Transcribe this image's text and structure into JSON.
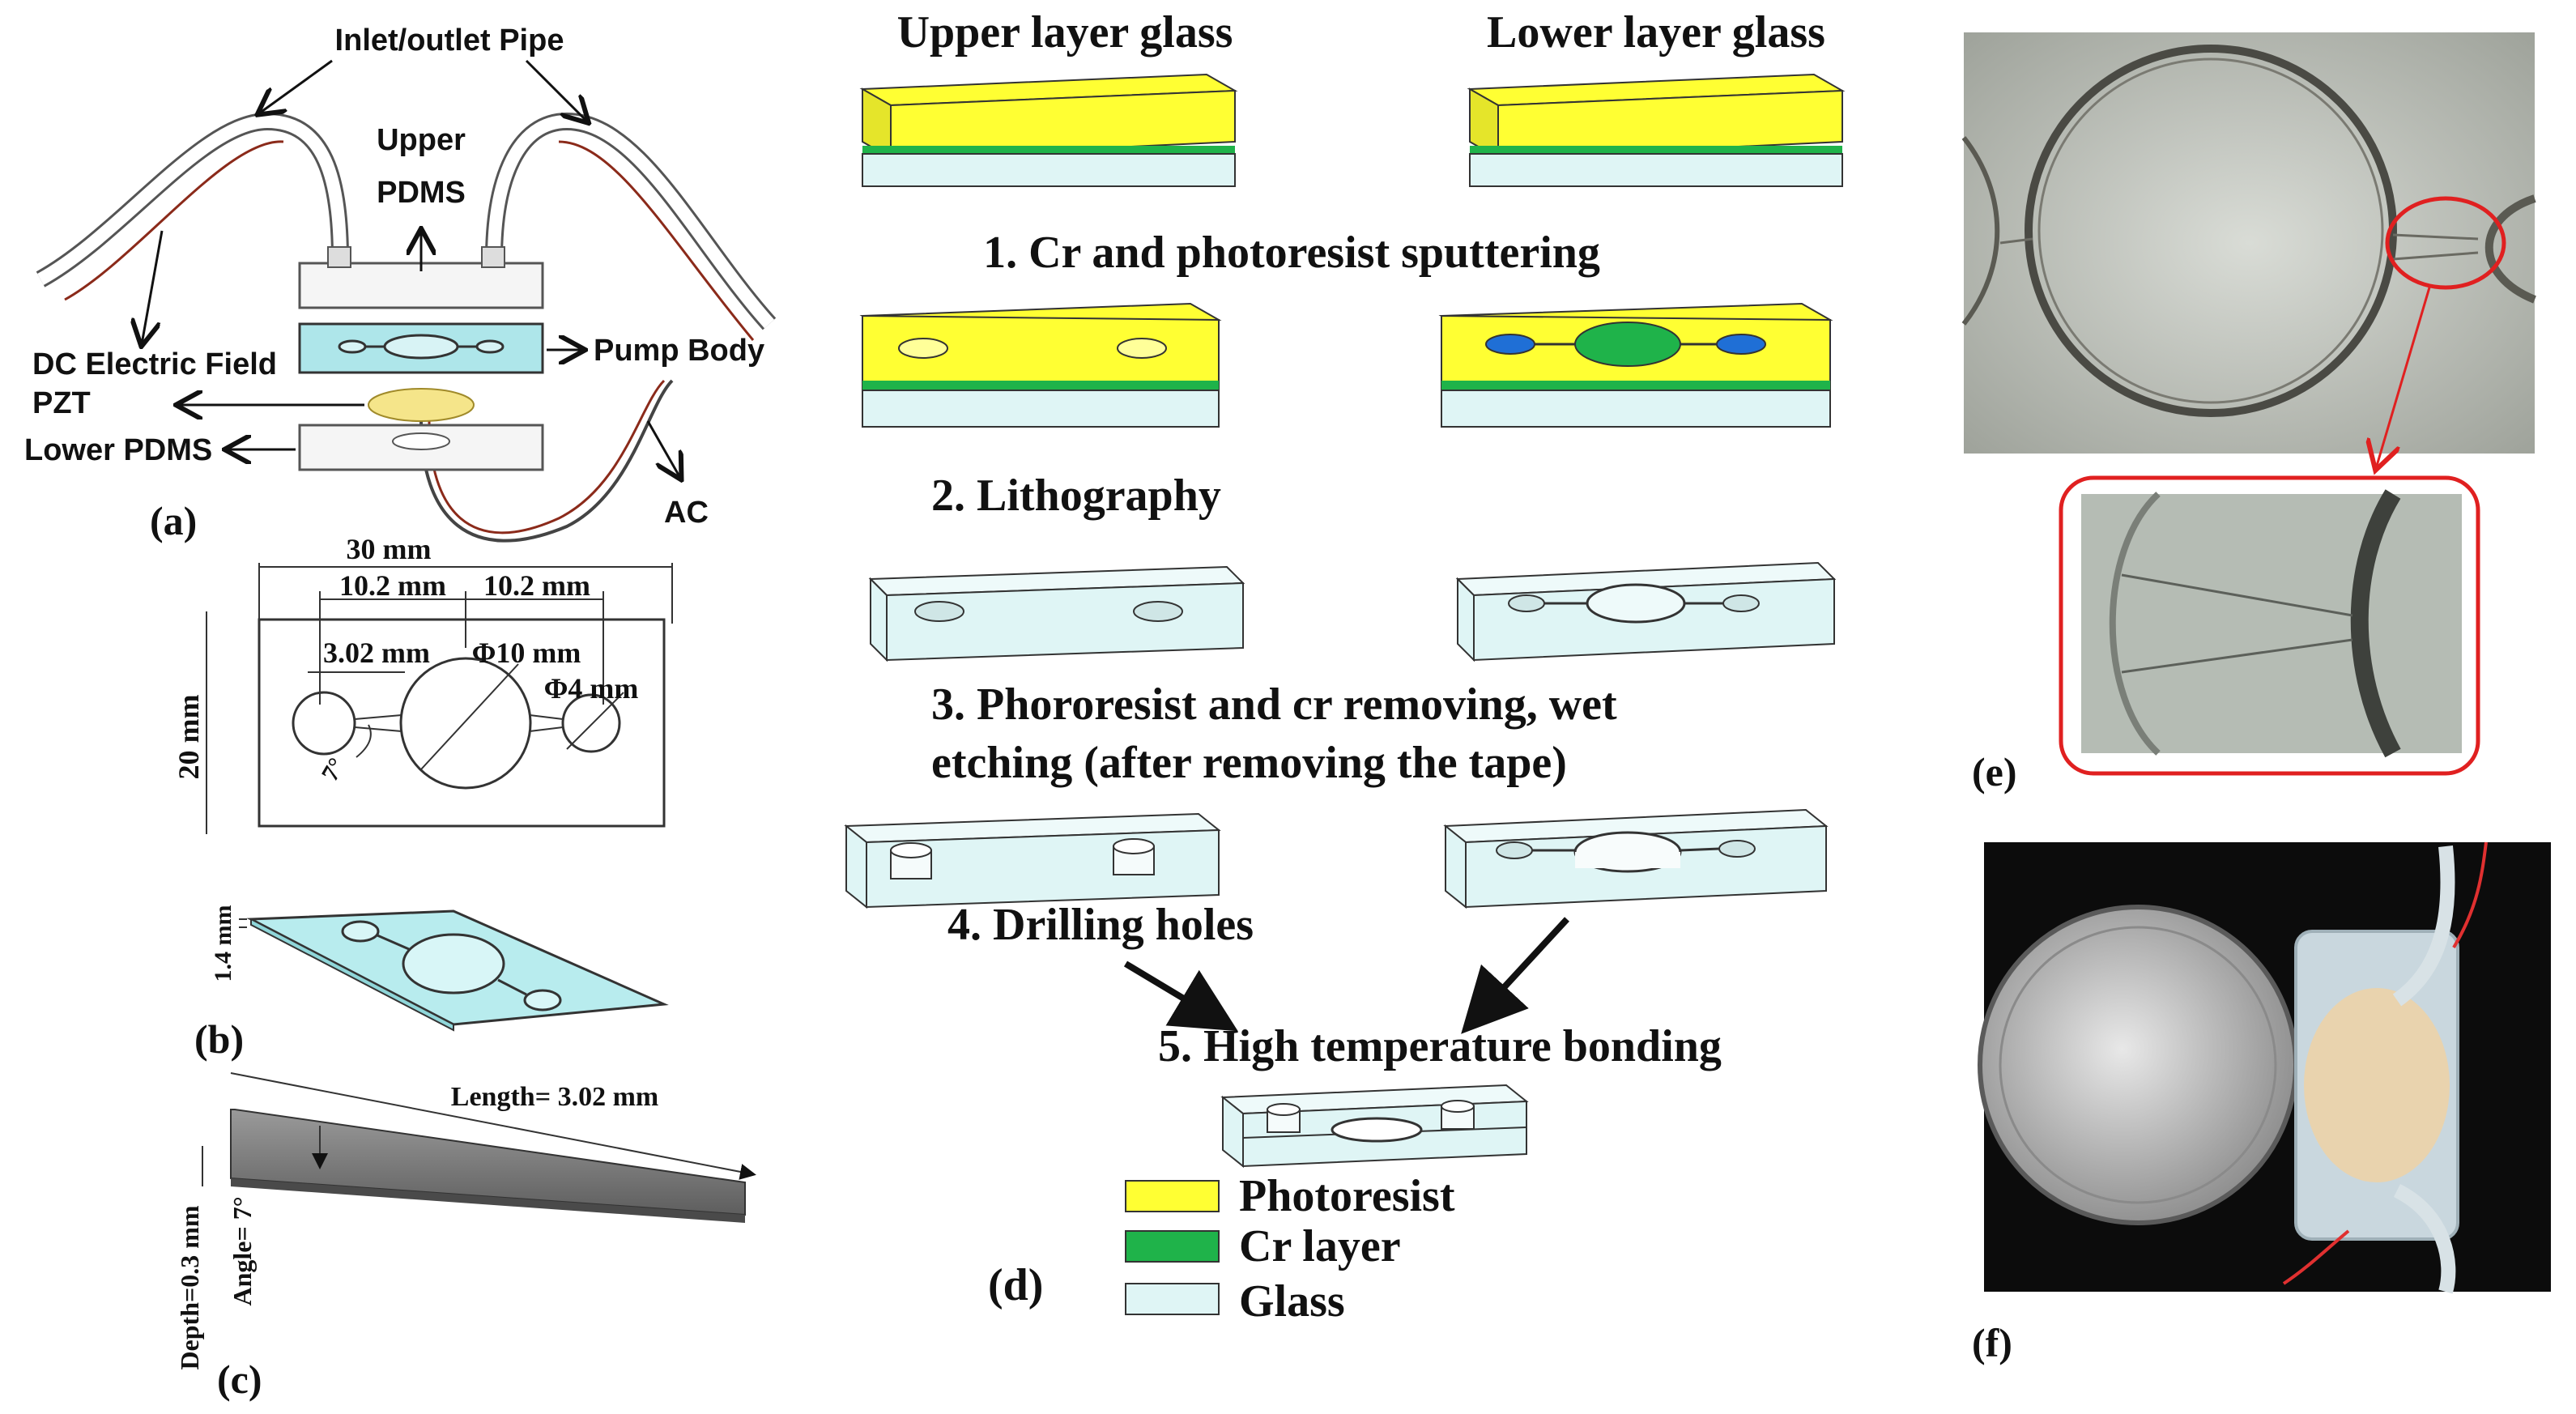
{
  "panel_a": {
    "label": "(a)",
    "inlet_outlet_pipe": "Inlet/outlet Pipe",
    "upper_pdms_1": "Upper",
    "upper_pdms_2": "PDMS",
    "dc_field": "DC Electric Field",
    "pump_body": "Pump Body",
    "pzt": "PZT",
    "lower_pdms": "Lower PDMS",
    "ac": "AC"
  },
  "panel_b": {
    "label": "(b)",
    "width": "30 mm",
    "seg1": "10.2 mm",
    "seg2": "10.2 mm",
    "height": "20 mm",
    "nozzle_len": "3.02 mm",
    "chamber_dia": "Φ10 mm",
    "port_dia": "Φ4 mm",
    "angle": "7°",
    "thickness": "1.4 mm"
  },
  "panel_c": {
    "label": "(c)",
    "length": "Length= 3.02 mm",
    "depth": "Depth=0.3 mm",
    "angle": "Angle= 7°"
  },
  "panel_d": {
    "label": "(d)",
    "upper_glass": "Upper layer glass",
    "lower_glass": "Lower layer glass",
    "step1": "1. Cr and photoresist sputtering",
    "step2": "2. Lithography",
    "step3a": "3. Phororesist and cr removing, wet",
    "step3b": "etching (after removing the tape)",
    "step4": "4. Drilling holes",
    "step5": "5. High temperature bonding",
    "legend": [
      {
        "label": "Photoresist",
        "color": "#ffff33"
      },
      {
        "label": "Cr layer",
        "color": "#1fb34a"
      },
      {
        "label": "Glass",
        "color": "#dff5f5"
      }
    ]
  },
  "panel_e": {
    "label": "(e)"
  },
  "panel_f": {
    "label": "(f)"
  },
  "colors": {
    "annotation_red": "#e02020"
  }
}
